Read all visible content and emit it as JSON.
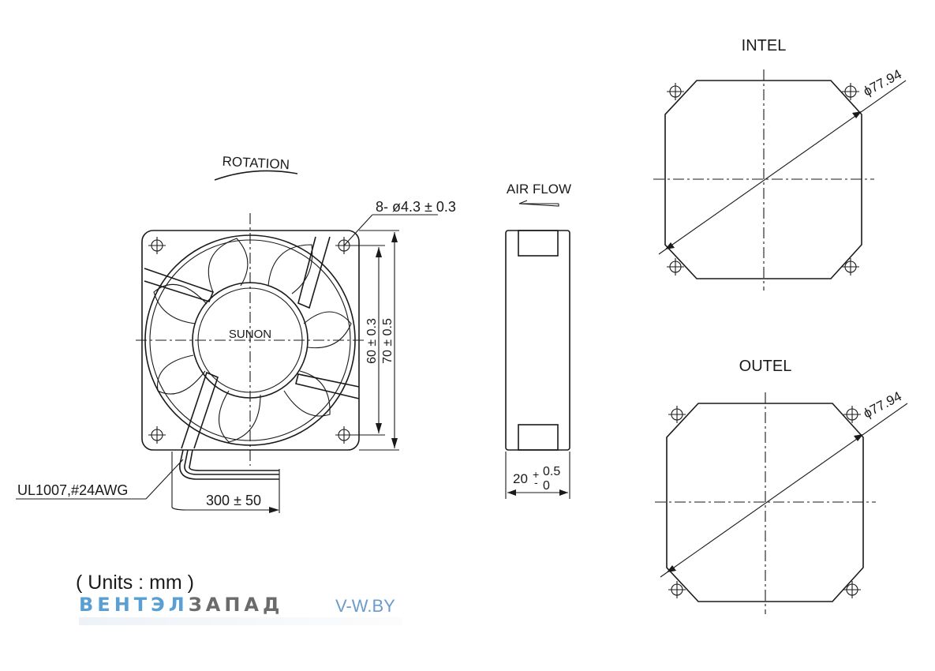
{
  "labels": {
    "rotation": "ROTATION",
    "hole_spec": "8- ø4.3 ± 0.3",
    "dim_60": "60 ± 0.3",
    "dim_70": "70 ± 0.5",
    "brand": "SUNON",
    "wire": "UL1007,#24AWG",
    "lead": "300 ± 50",
    "air_flow": "AIR FLOW",
    "thickness_base": "20",
    "thickness_plus": "+",
    "thickness_minus": "-",
    "tol_upper": "0.5",
    "tol_lower": "0",
    "intel": "INTEL",
    "outel": "OUTEL",
    "diameter": "ϕ77.94",
    "units": "( Units : mm )"
  },
  "watermark": {
    "part_a": "ВЕНТЭЛ",
    "part_b": "ЗАПАД",
    "site": "V-W.BY"
  },
  "colors": {
    "line": "#1a1a1a",
    "watermark_blue": "#5a9fd4",
    "watermark_gray": "#6b6b6b"
  }
}
